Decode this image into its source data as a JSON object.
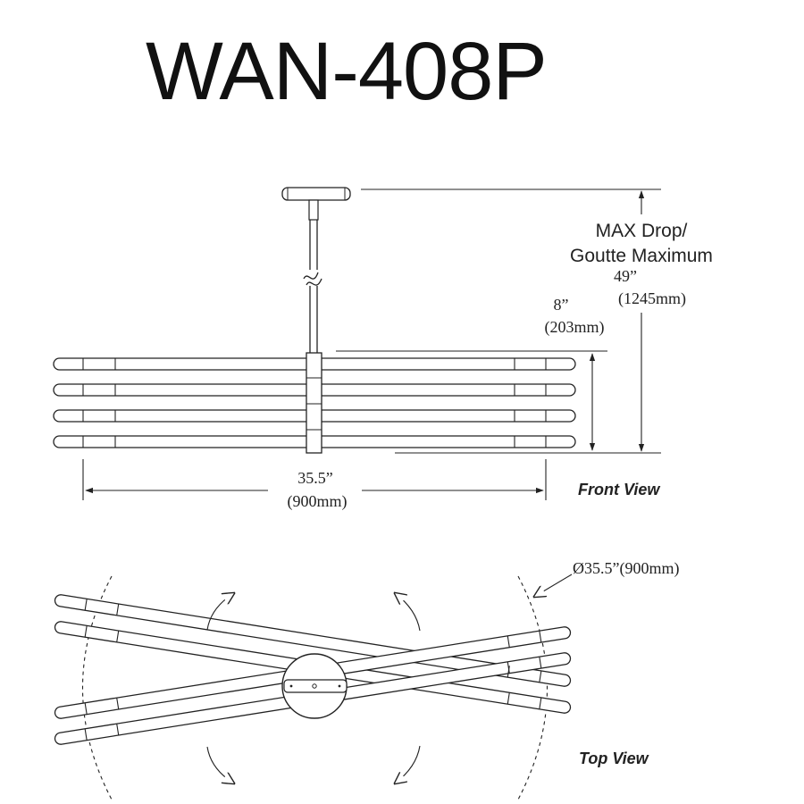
{
  "title": "WAN-408P",
  "front_view": {
    "label": "Front View",
    "max_drop": {
      "line1": "MAX Drop/",
      "line2": "Goutte Maximum",
      "inches": "49”",
      "mm": "(1245mm)"
    },
    "height": {
      "inches": "8”",
      "mm": "(203mm)"
    },
    "width": {
      "inches": "35.5”",
      "mm": "(900mm)"
    }
  },
  "top_view": {
    "label": "Top View",
    "diameter": "Ø35.5”(900mm)"
  }
}
